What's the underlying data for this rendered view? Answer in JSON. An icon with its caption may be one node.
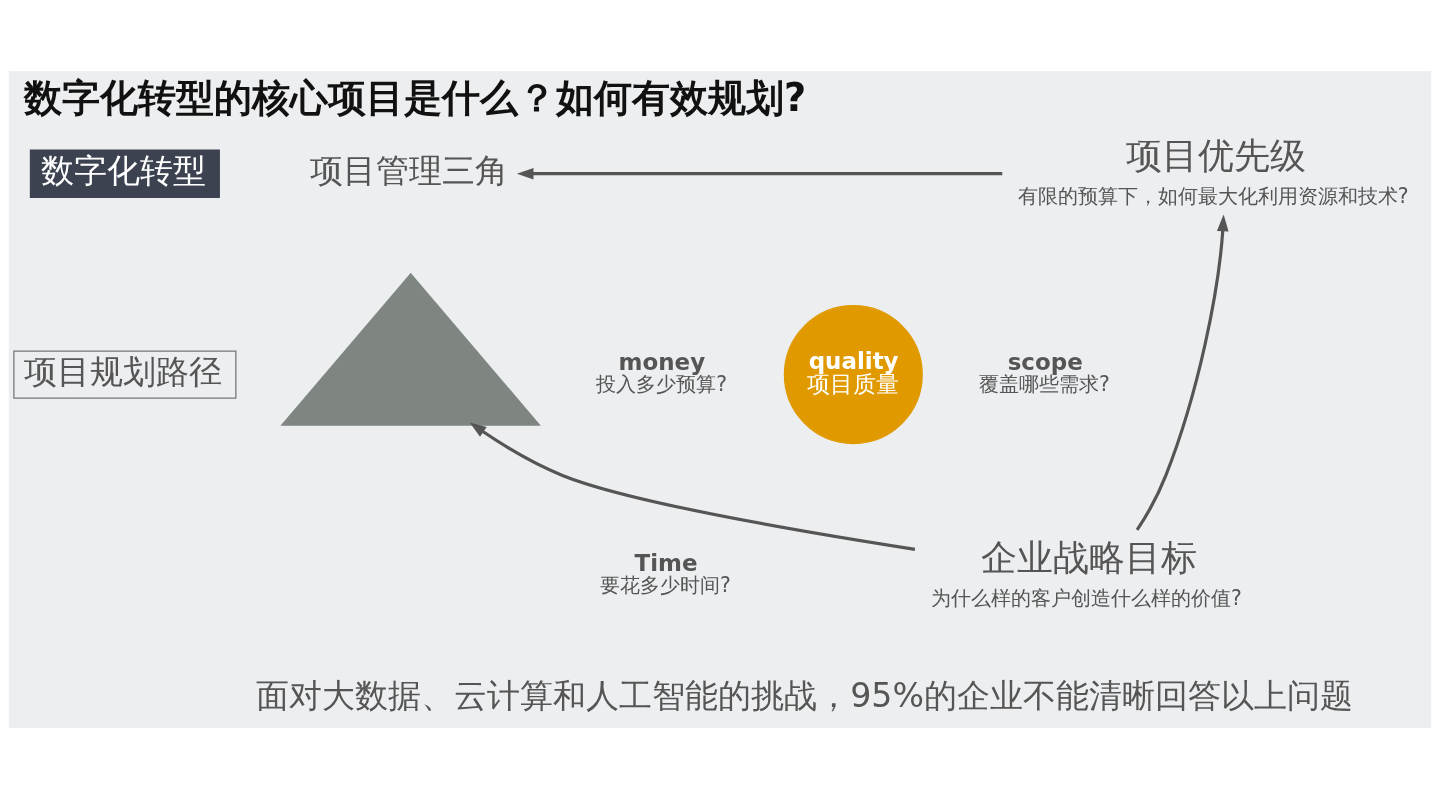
{
  "diagram": {
    "title": "数字化转型的核心项目是什么？如何有效规划?",
    "caption": "面对大数据、云计算和人工智能的挑战，95%的企业不能清晰回答以上问题",
    "nodes": [
      {
        "text": [
          "数字化转型"
        ]
      },
      {
        "text": [
          "项目规划路径"
        ]
      },
      {
        "text": [
          "项目管理三角"
        ]
      },
      {
        "text": [],
        "shape": "triangle",
        "beside": [
          "money",
          "投入多少预算?",
          "scope",
          "覆盖哪些需求?",
          "Time",
          "要花多少时间?"
        ]
      },
      {
        "text": [
          "quality",
          "项目质量"
        ]
      },
      {
        "text": [
          "项目优先级",
          "有限的预算下，如何最大化利用资源和技术?"
        ]
      },
      {
        "text": [
          "企业战略目标",
          "为什么样的客户创造什么样的价值?"
        ]
      }
    ],
    "edges": [
      {
        "from": 5,
        "to": 2,
        "arrow": "to"
      },
      {
        "from": 6,
        "to": 5,
        "arrow": "to"
      },
      {
        "from": 6,
        "to": 3,
        "arrow": "to"
      }
    ]
  }
}
